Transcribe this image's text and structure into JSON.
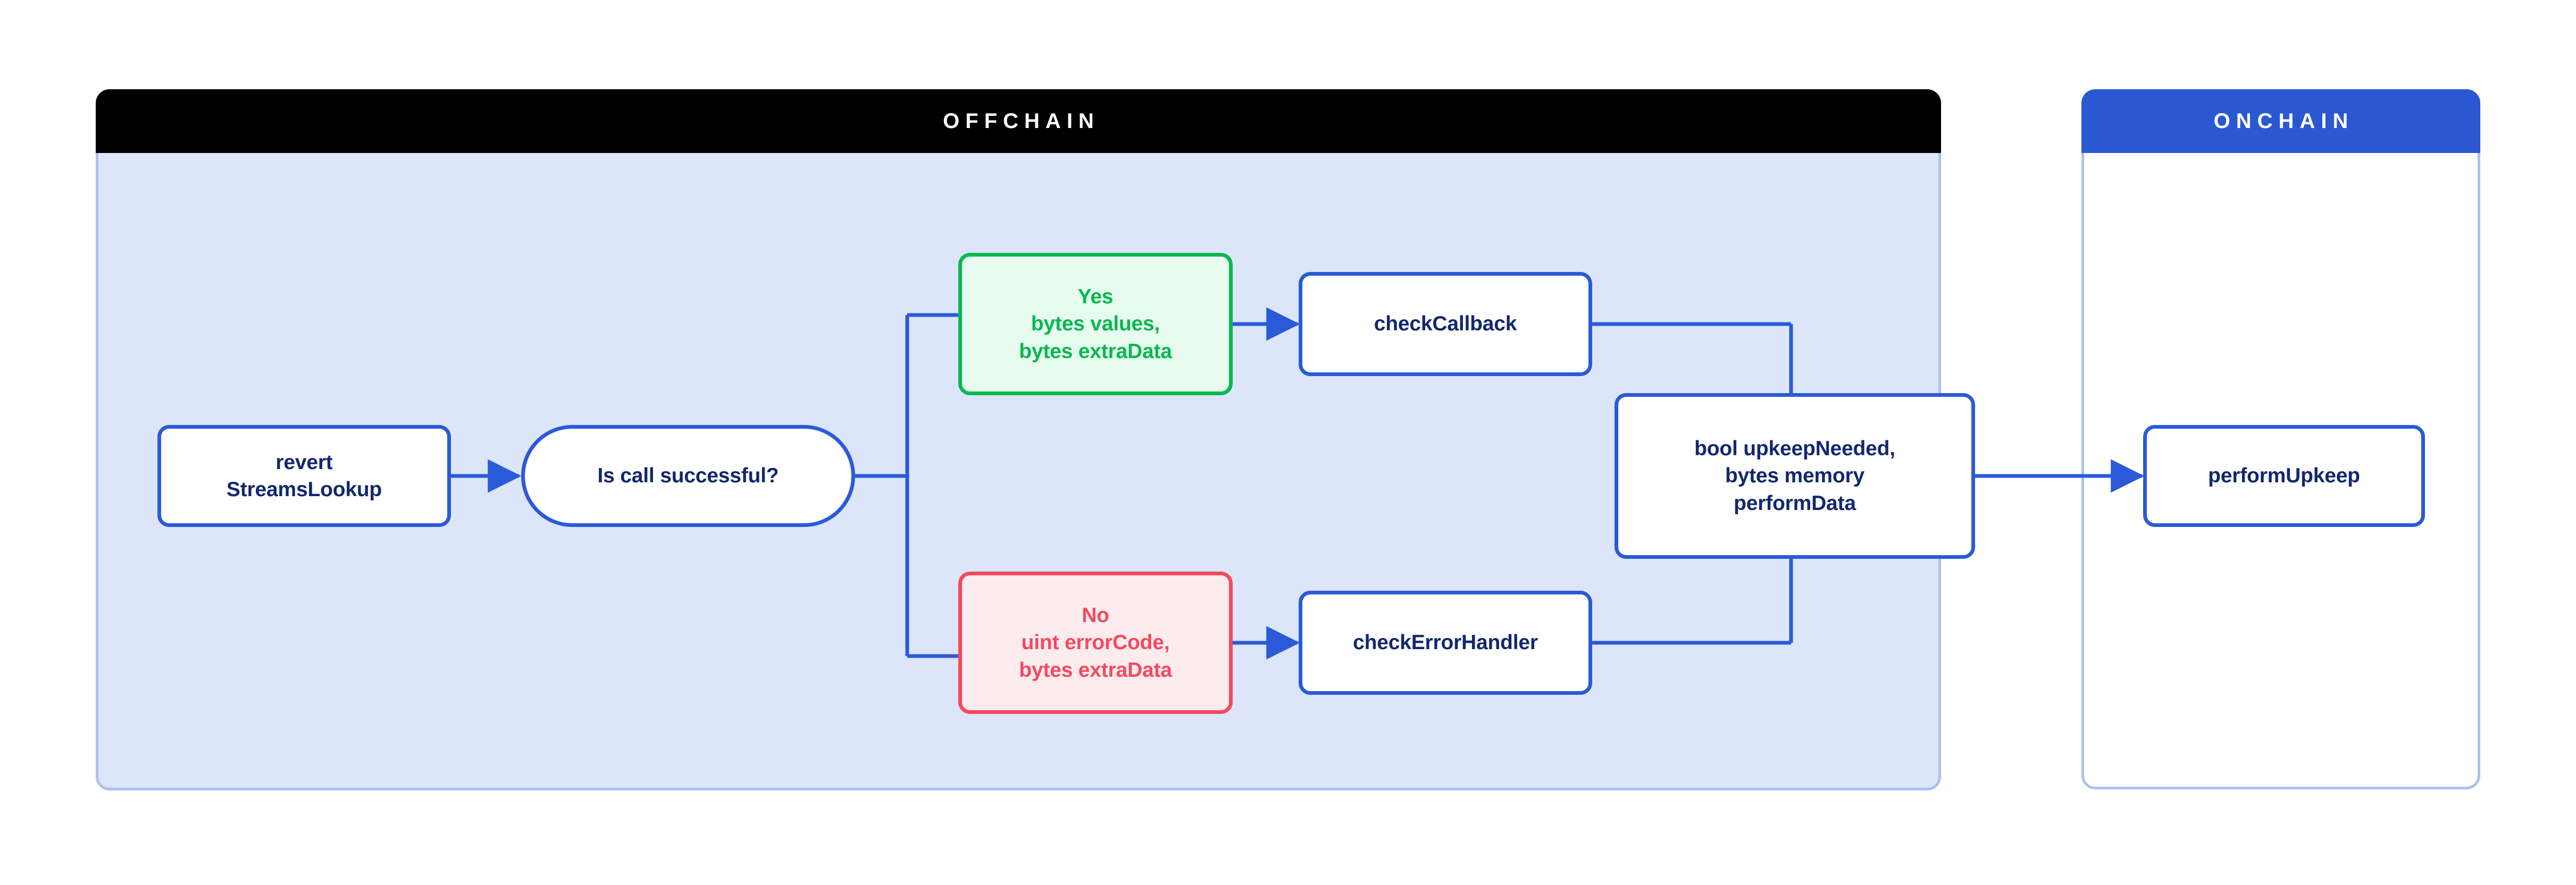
{
  "diagram": {
    "type": "flowchart",
    "title": "StreamsLookup offchain / onchain upkeep flow",
    "colors": {
      "offchain_header_bg": "#000000",
      "onchain_header_bg": "#2a58d1",
      "offchain_panel_bg": "#dce5fa",
      "onchain_panel_bg": "#ffffff",
      "panel_border": "#a9c1f2",
      "node_border": "#2a5ad8",
      "node_text": "#12276e",
      "success_green": "#06b94f",
      "success_green_bg": "#e7fcef",
      "error_red": "#f6485e",
      "error_red_bg": "#fdecee",
      "connector": "#2a5ad8"
    }
  },
  "panels": {
    "offchain": {
      "label": "OFFCHAIN"
    },
    "onchain": {
      "label": "ONCHAIN"
    }
  },
  "nodes": {
    "revert": {
      "line1": "revert",
      "line2": "StreamsLookup"
    },
    "decision": {
      "label": "Is call successful?"
    },
    "yes": {
      "line1": "Yes",
      "line2": "bytes values,",
      "line3": "bytes extraData"
    },
    "no": {
      "line1": "No",
      "line2": "uint errorCode,",
      "line3": "bytes extraData"
    },
    "check_callback": {
      "label": "checkCallback"
    },
    "check_error_handler": {
      "label": "checkErrorHandler"
    },
    "bool_result": {
      "line1": "bool upkeepNeeded,",
      "line2": "bytes memory",
      "line3": "performData"
    },
    "perform_upkeep": {
      "label": "performUpkeep"
    }
  },
  "edges": [
    {
      "from": "revert",
      "to": "decision",
      "arrow": true,
      "label": ""
    },
    {
      "from": "decision",
      "to": "yes",
      "arrow": false,
      "label": ""
    },
    {
      "from": "decision",
      "to": "no",
      "arrow": false,
      "label": ""
    },
    {
      "from": "yes",
      "to": "check_callback",
      "arrow": true,
      "label": ""
    },
    {
      "from": "no",
      "to": "check_error_handler",
      "arrow": true,
      "label": ""
    },
    {
      "from": "check_callback",
      "to": "bool_result",
      "arrow": false,
      "label": ""
    },
    {
      "from": "check_error_handler",
      "to": "bool_result",
      "arrow": false,
      "label": ""
    },
    {
      "from": "bool_result",
      "to": "perform_upkeep",
      "arrow": true,
      "label": ""
    }
  ]
}
